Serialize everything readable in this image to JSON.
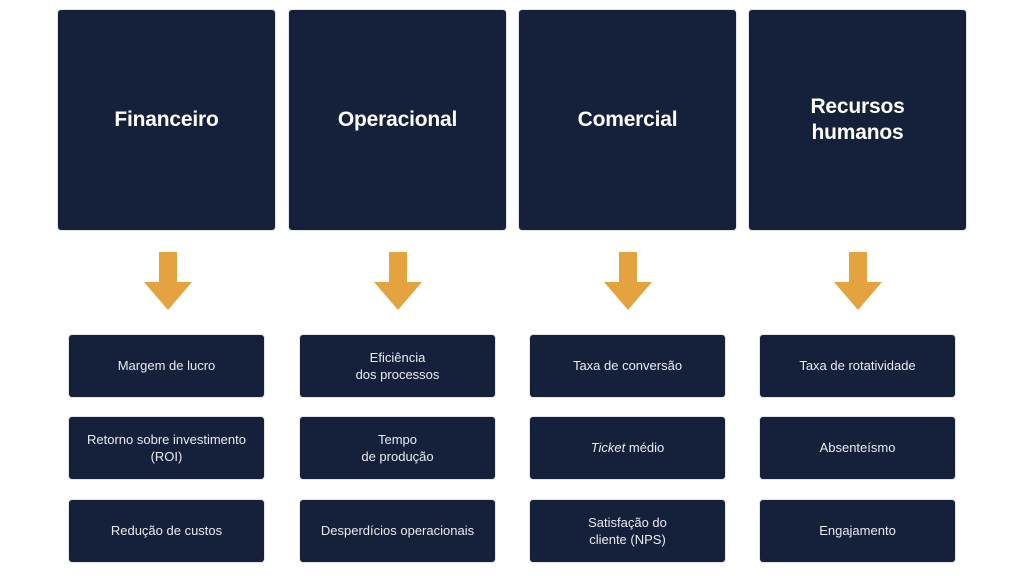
{
  "page": {
    "background_color": "#ffffff",
    "box_color": "#15203a",
    "arrow_color": "#e5a33f",
    "header_text_color": "#ffffff",
    "metric_text_color": "#e9ecf2"
  },
  "columns": [
    {
      "header": "Financeiro",
      "arrow": "down-arrow",
      "metrics": [
        {
          "text": "Margem de lucro",
          "emphasis": ""
        },
        {
          "text": "Retorno sobre investimento\n(ROI)",
          "emphasis": ""
        },
        {
          "text": "Redução de custos",
          "emphasis": ""
        }
      ]
    },
    {
      "header": "Operacional",
      "arrow": "down-arrow",
      "metrics": [
        {
          "text": "Eficiência\ndos processos",
          "emphasis": ""
        },
        {
          "text": "Tempo\nde produção",
          "emphasis": ""
        },
        {
          "text": "Desperdícios operacionais",
          "emphasis": ""
        }
      ]
    },
    {
      "header": "Comercial",
      "arrow": "down-arrow",
      "metrics": [
        {
          "text": "Taxa de conversão",
          "emphasis": ""
        },
        {
          "text": "Ticket médio",
          "emphasis": "Ticket"
        },
        {
          "text": "Satisfação do\ncliente (NPS)",
          "emphasis": ""
        }
      ]
    },
    {
      "header": "Recursos\nhumanos",
      "arrow": "down-arrow",
      "metrics": [
        {
          "text": "Taxa de rotatividade",
          "emphasis": ""
        },
        {
          "text": "Absenteísmo",
          "emphasis": ""
        },
        {
          "text": "Engajamento",
          "emphasis": ""
        }
      ]
    }
  ]
}
